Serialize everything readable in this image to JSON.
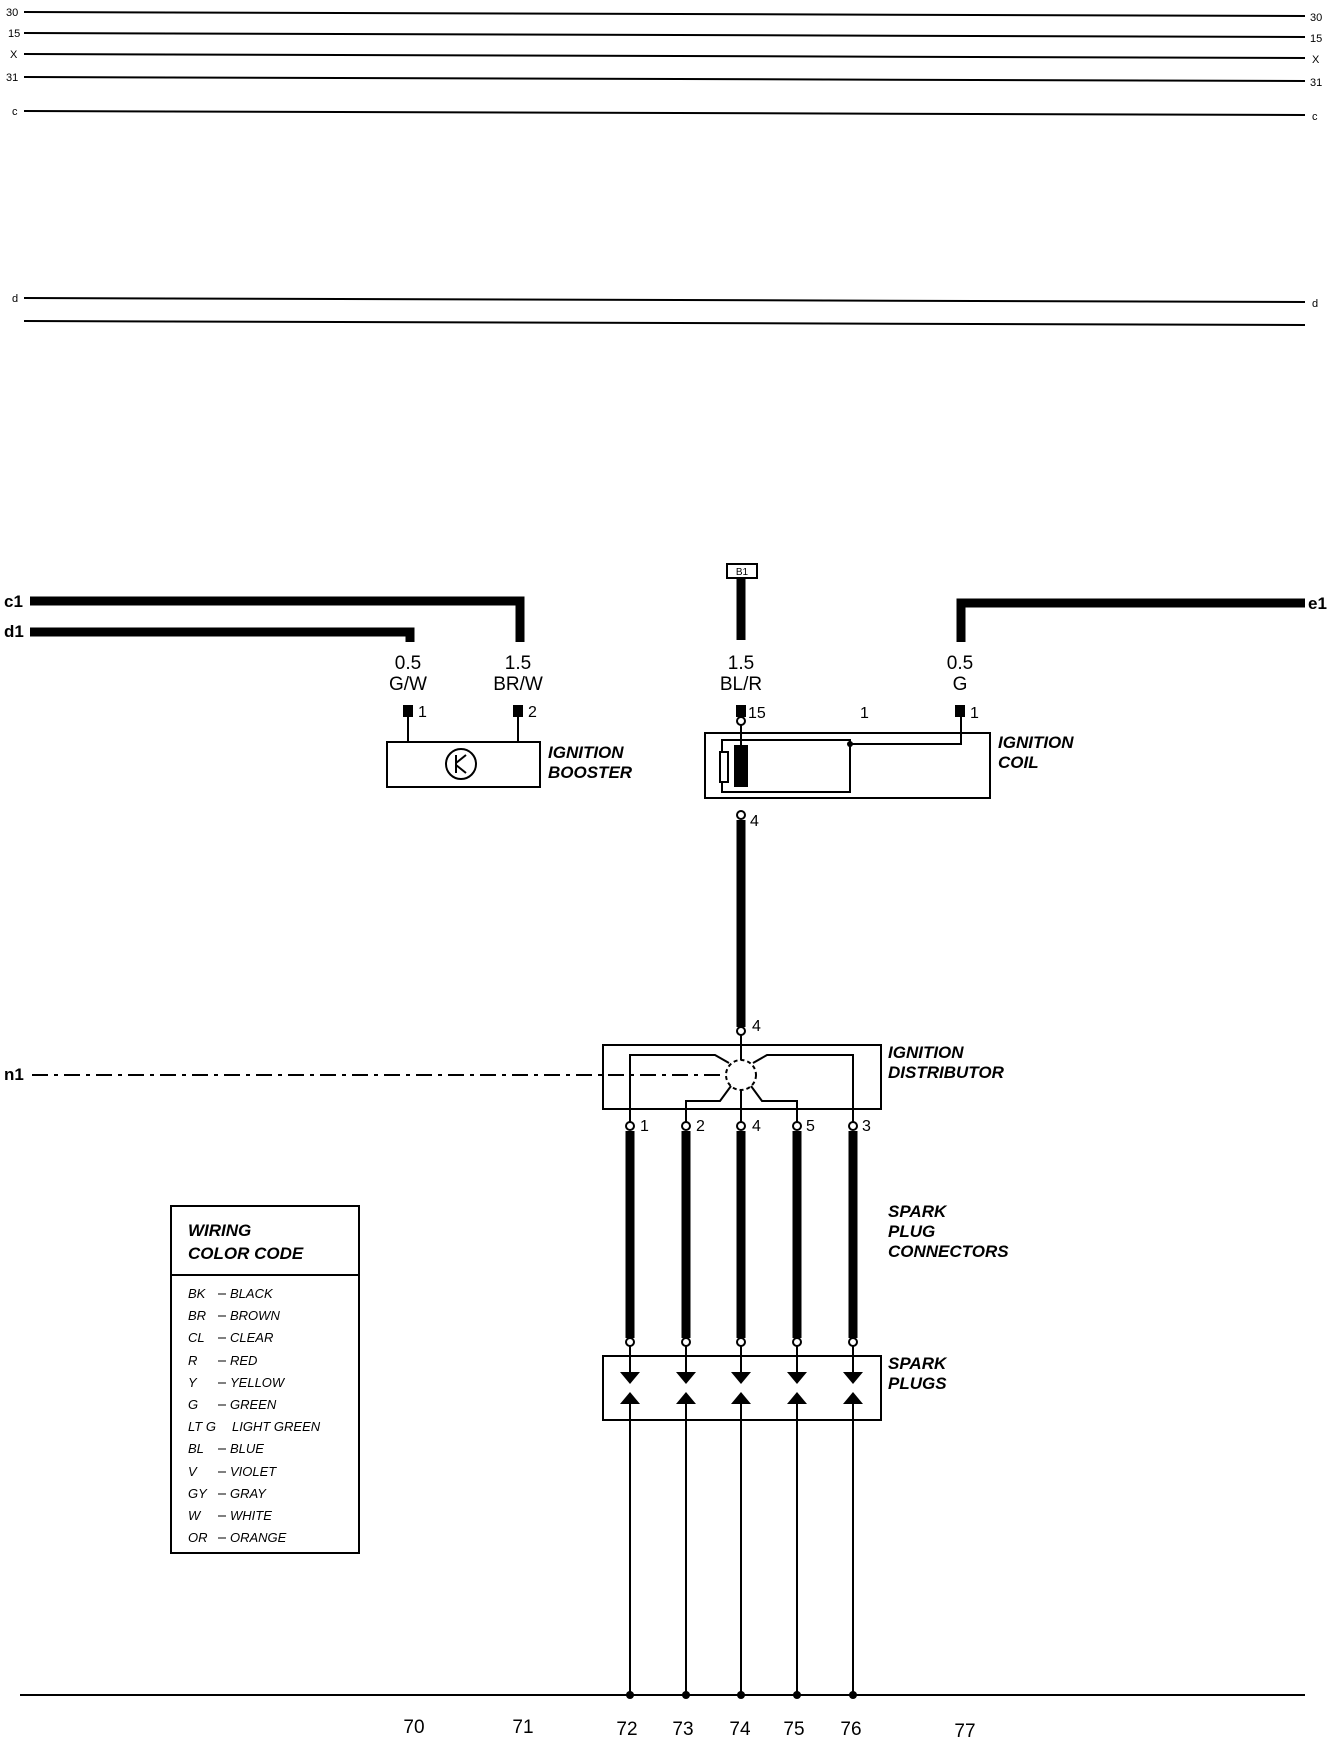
{
  "bus_lines": [
    {
      "left": "30",
      "right": "30"
    },
    {
      "left": "15",
      "right": "15"
    },
    {
      "left": "X",
      "right": "X"
    },
    {
      "left": "31",
      "right": "31"
    },
    {
      "left": "c",
      "right": "c"
    },
    {
      "left": "d",
      "right": "d"
    }
  ],
  "connectors": {
    "c1": "c1",
    "d1": "d1",
    "e1": "e1",
    "n1": "n1",
    "b1": "B1"
  },
  "wires": {
    "booster_pin1": {
      "size": "0.5",
      "color": "G/W"
    },
    "booster_pin2": {
      "size": "1.5",
      "color": "BR/W"
    },
    "coil_pin15": {
      "size": "1.5",
      "color": "BL/R"
    },
    "coil_pin1": {
      "size": "0.5",
      "color": "G"
    }
  },
  "pins": {
    "booster_1": "1",
    "booster_2": "2",
    "coil_15": "15",
    "coil_internal_1": "1",
    "coil_1": "1",
    "coil_4": "4",
    "dist_4": "4",
    "dist_out": [
      "1",
      "2",
      "4",
      "5",
      "3"
    ]
  },
  "components": {
    "booster": [
      "IGNITION",
      "BOOSTER"
    ],
    "coil": [
      "IGNITION",
      "COIL"
    ],
    "distributor": [
      "IGNITION",
      "DISTRIBUTOR"
    ],
    "connectors": [
      "SPARK",
      "PLUG",
      "CONNECTORS"
    ],
    "plugs": [
      "SPARK",
      "PLUGS"
    ]
  },
  "legend": {
    "title": [
      "WIRING",
      "COLOR CODE"
    ],
    "items": [
      {
        "code": "BK",
        "name": "BLACK"
      },
      {
        "code": "BR",
        "name": "BROWN"
      },
      {
        "code": "CL",
        "name": "CLEAR"
      },
      {
        "code": "R",
        "name": "RED"
      },
      {
        "code": "Y",
        "name": "YELLOW"
      },
      {
        "code": "G",
        "name": "GREEN"
      },
      {
        "code": "LT G",
        "name": "LIGHT GREEN"
      },
      {
        "code": "BL",
        "name": "BLUE"
      },
      {
        "code": "V",
        "name": "VIOLET"
      },
      {
        "code": "GY",
        "name": "GRAY"
      },
      {
        "code": "W",
        "name": "WHITE"
      },
      {
        "code": "OR",
        "name": "ORANGE"
      }
    ]
  },
  "columns": [
    "70",
    "71",
    "72",
    "73",
    "74",
    "75",
    "76",
    "77"
  ]
}
